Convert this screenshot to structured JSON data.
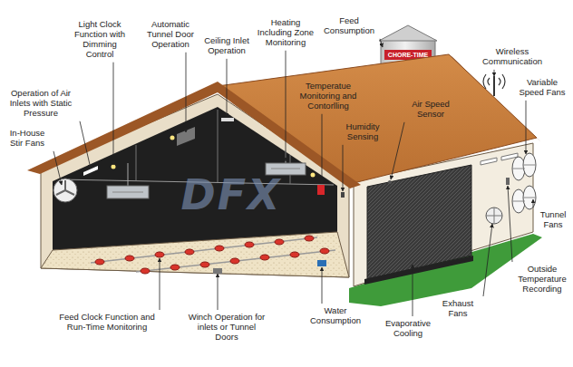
{
  "diagram": {
    "labels": [
      "Light Clock Function with Dimming Control",
      "Automatic Tunnel Door Operation",
      "Ceiling Inlet Operation",
      "Heating Including Zone Monitoring",
      "Feed Consumption",
      "Wireless Communication",
      "Operation of Air Inlets with Static Pressure",
      "Temperatue Monitoring and Contorlling",
      "Variable Speed Fans",
      "In-House Stir Fans",
      "Humidity Sensing",
      "Air Speed Sensor",
      "CHORE-TIME",
      "DFX",
      "Tunnel Fans",
      "Outside Temperature Recording",
      "Exhaust Fans",
      "Feed Clock Function and Run-Time Monitoring",
      "Winch Operation for inlets or Tunnel Doors",
      "Water Consumption",
      "Evaporative Cooling"
    ]
  }
}
